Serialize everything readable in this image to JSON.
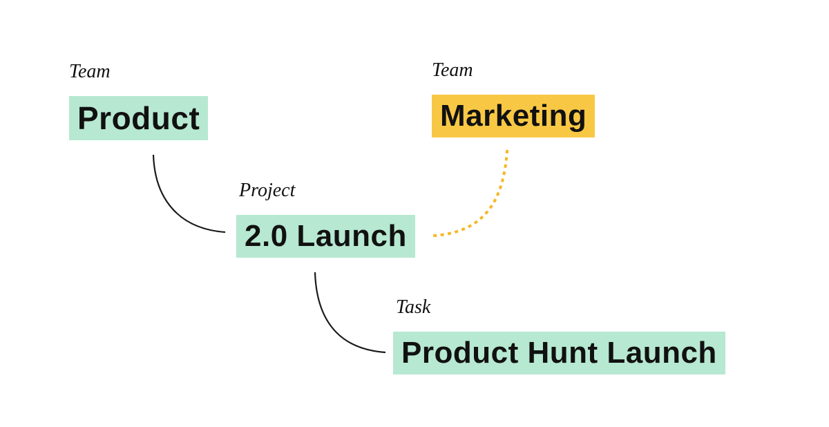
{
  "diagram": {
    "background": "#ffffff",
    "text_color": "#111111",
    "nodes": [
      {
        "type_label": "Team",
        "name": "Product",
        "highlight_color": "#b7e8d1"
      },
      {
        "type_label": "Team",
        "name": "Marketing",
        "highlight_color": "#f8c845"
      },
      {
        "type_label": "Project",
        "name": "2.0 Launch",
        "highlight_color": "#b7e8d1"
      },
      {
        "type_label": "Task",
        "name": "Product Hunt Launch",
        "highlight_color": "#b7e8d1"
      }
    ],
    "edges": [
      {
        "from": "Product",
        "to": "2.0 Launch",
        "style": "solid",
        "color": "#1a1a1a"
      },
      {
        "from": "Marketing",
        "to": "2.0 Launch",
        "style": "dotted",
        "color": "#f5b829"
      },
      {
        "from": "2.0 Launch",
        "to": "Product Hunt Launch",
        "style": "solid",
        "color": "#1a1a1a"
      }
    ]
  }
}
